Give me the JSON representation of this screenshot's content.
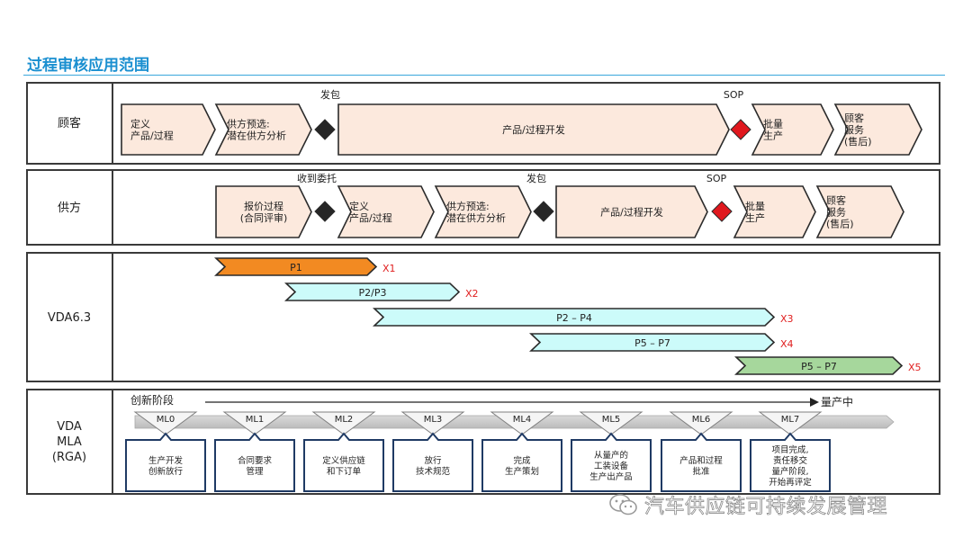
{
  "title": "过程审核应用范围",
  "lanes": {
    "customer": "顾客",
    "supplier": "供方",
    "vda63": "VDA6.3",
    "vda_mla_lines": [
      "VDA",
      "MLA",
      "(RGA)"
    ]
  },
  "customer_row": {
    "steps": [
      [
        "定义",
        "产品/过程"
      ],
      [
        "供方预选:",
        "潜在供方分析"
      ],
      [
        "产品/过程开发"
      ],
      [
        "批量",
        "生产"
      ],
      [
        "顾客",
        "服务",
        "(售后)"
      ]
    ],
    "milestones": [
      "发包",
      "SOP"
    ]
  },
  "supplier_row": {
    "steps": [
      [
        "报价过程",
        "(合同评审)"
      ],
      [
        "定义",
        "产品/过程"
      ],
      [
        "供方预选:",
        "潜在供方分析"
      ],
      [
        "产品/过程开发"
      ],
      [
        "批量",
        "生产"
      ],
      [
        "顾客",
        "服务",
        "(售后)"
      ]
    ],
    "milestones": [
      "收到委托",
      "发包",
      "SOP"
    ]
  },
  "vda63_bars": [
    {
      "label": "P1",
      "x": "X1",
      "color": "#f28a22"
    },
    {
      "label": "P2/P3",
      "x": "X2",
      "color": "#ccfbfa"
    },
    {
      "label": "P2 – P4",
      "x": "X3",
      "color": "#ccfbfa"
    },
    {
      "label": "P5 – P7",
      "x": "X4",
      "color": "#ccfbfa"
    },
    {
      "label": "P5 – P7",
      "x": "X5",
      "color": "#a6d79c"
    }
  ],
  "mla": {
    "start_label": "创新阶段",
    "end_label": "量产中",
    "levels": [
      "ML0",
      "ML1",
      "ML2",
      "ML3",
      "ML4",
      "ML5",
      "ML6",
      "ML7"
    ],
    "descriptions": [
      [
        "生产开发",
        "创新放行"
      ],
      [
        "合同要求",
        "管理"
      ],
      [
        "定义供应链",
        "和下订单"
      ],
      [
        "放行",
        "技术规范"
      ],
      [
        "完成",
        "生产策划"
      ],
      [
        "从量产的",
        "工装设备",
        "生产出产品"
      ],
      [
        "产品和过程",
        "批准"
      ],
      [
        "项目完成,",
        "责任移交",
        "量产阶段,",
        "开始再评定"
      ]
    ]
  },
  "colors": {
    "step_fill": "#fce9dd",
    "milestone_diamond": "#262626",
    "sop_diamond": "#e0181e",
    "x_marker": "#e02020",
    "title": "#1a8fd0"
  },
  "watermark": "汽车供应链可持续发展管理"
}
